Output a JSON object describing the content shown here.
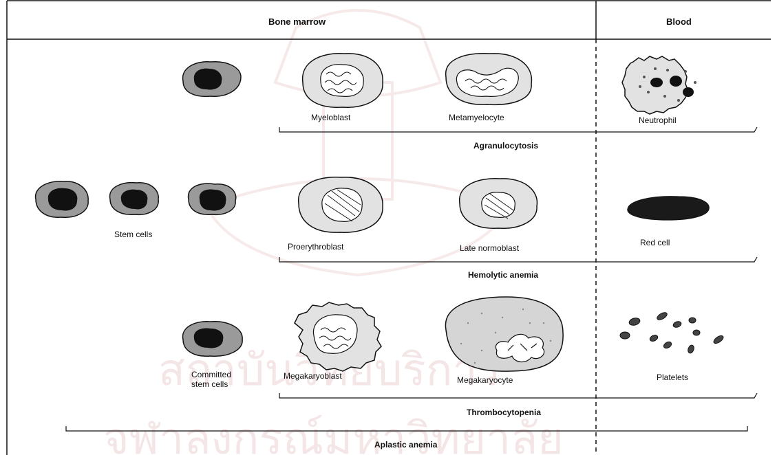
{
  "headers": {
    "bone_marrow": "Bone marrow",
    "blood": "Blood"
  },
  "labels": {
    "stem_cells": "Stem cells",
    "committed_line1": "Committed",
    "committed_line2": "stem cells",
    "myeloblast": "Myeloblast",
    "metamyelocyte": "Metamyelocyte",
    "neutrophil": "Neutrophil",
    "proerythroblast": "Proerythroblast",
    "late_normoblast": "Late normoblast",
    "red_cell": "Red cell",
    "megakaryoblast": "Megakaryoblast",
    "megakaryocyte": "Megakaryocyte",
    "platelets": "Platelets"
  },
  "disorders": {
    "agranulocytosis": "Agranulocytosis",
    "hemolytic_anemia": "Hemolytic anemia",
    "thrombocytopenia": "Thrombocytopenia",
    "aplastic_anemia": "Aplastic anemia"
  },
  "watermark": {
    "line1": "สถาบันวิทยบริการ",
    "line2": "จุฬาลงกรณ์มหาวิทยาลัย"
  },
  "colors": {
    "cytoplasm": "#9a9a9a",
    "nucleus": "#111111",
    "cell_light": "#e2e2e2",
    "line": "#111111",
    "watermark": "#c77b7b"
  }
}
